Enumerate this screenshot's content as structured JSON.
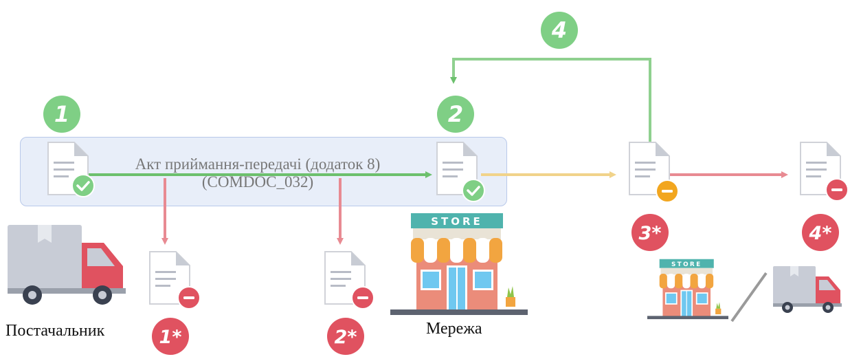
{
  "flow": {
    "title_line1": "Акт приймання-передачі (додаток 8)",
    "title_line2": "(COMDOC_032)"
  },
  "steps": {
    "s1": "1",
    "s2": "2",
    "s4": "4",
    "r1": "1*",
    "r2": "2*",
    "r3": "3*",
    "r4": "4*"
  },
  "actors": {
    "supplier": "Постачальник",
    "network": "Мережа"
  },
  "store_sign": "STORE",
  "icons": {
    "document": "document-icon",
    "approved": "check-badge-icon",
    "rejected": "minus-badge-icon",
    "truck": "truck-icon",
    "store": "store-icon"
  },
  "colors": {
    "green": "#7fcf85",
    "green_arrow": "#6cc06d",
    "red": "#e05260",
    "red_arrow": "#e88a92",
    "yellow_arrow": "#f1d38a",
    "orange": "#f2a61f",
    "panel_bg": "#e8eef9",
    "panel_border": "#b8c8ea"
  }
}
